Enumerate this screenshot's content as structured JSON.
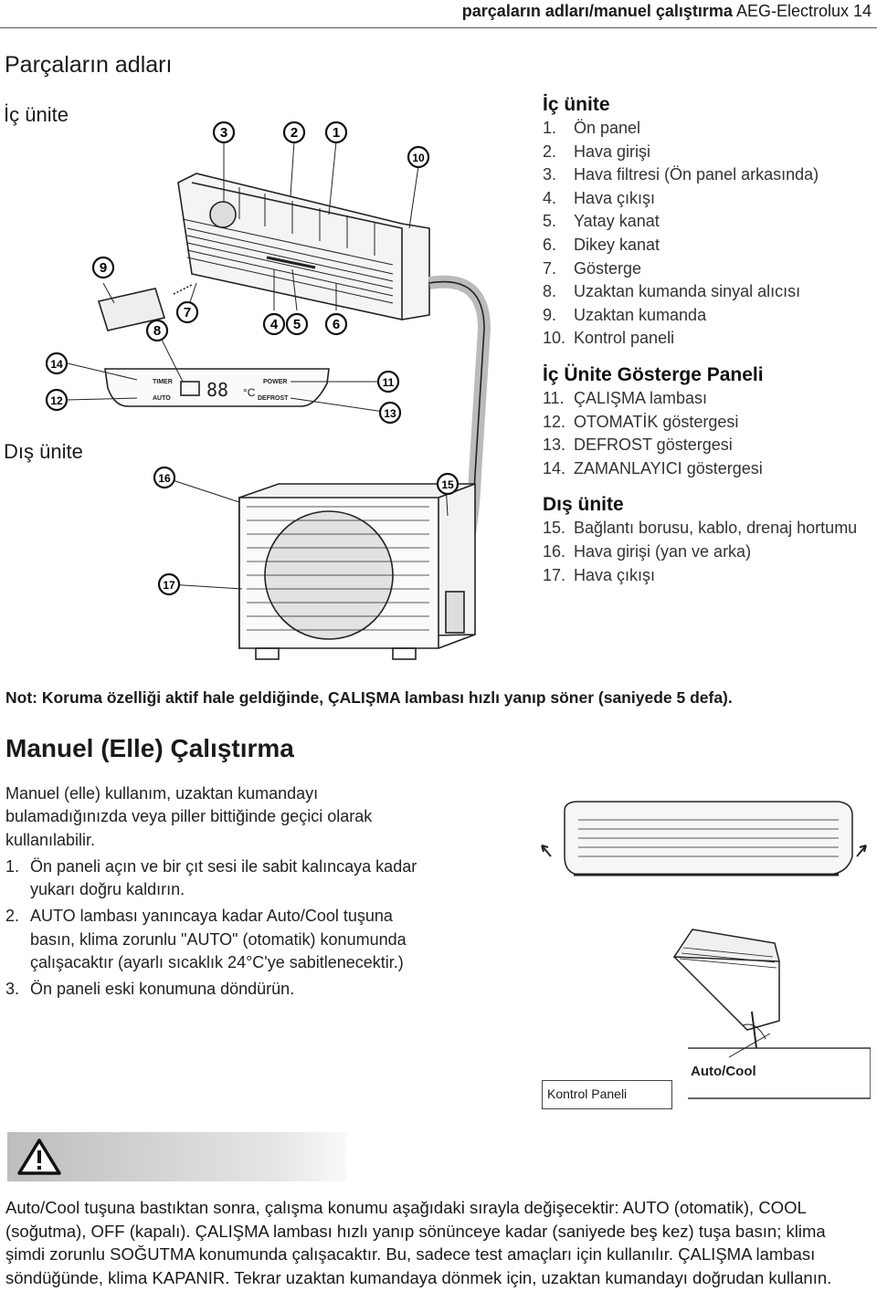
{
  "header": {
    "section": "parçaların adları/manuel çalıştırma",
    "brand_page": "AEG-Electrolux 14"
  },
  "parts": {
    "title": "Parçaların adları",
    "indoor_label": "İç ünite",
    "outdoor_label": "Dış ünite"
  },
  "figure": {
    "callouts": [
      "1",
      "2",
      "3",
      "4",
      "5",
      "6",
      "7",
      "8",
      "9",
      "10",
      "11",
      "12",
      "13",
      "14",
      "15",
      "16",
      "17"
    ],
    "display": {
      "timer": "TIMER",
      "auto": "AUTO",
      "power": "POWER",
      "defrost": "DEFROST",
      "digits": "88",
      "unit": "°C"
    }
  },
  "legend": {
    "indoor_heading": "İç ünite",
    "indoor_items": [
      {
        "n": "1.",
        "t": "Ön panel"
      },
      {
        "n": "2.",
        "t": "Hava girişi"
      },
      {
        "n": "3.",
        "t": "Hava filtresi (Ön panel arkasında)"
      },
      {
        "n": "4.",
        "t": "Hava çıkışı"
      },
      {
        "n": "5.",
        "t": "Yatay kanat"
      },
      {
        "n": "6.",
        "t": "Dikey kanat"
      },
      {
        "n": "7.",
        "t": "Gösterge"
      },
      {
        "n": "8.",
        "t": "Uzaktan kumanda sinyal alıcısı"
      },
      {
        "n": "9.",
        "t": "Uzaktan kumanda"
      },
      {
        "n": "10.",
        "t": "Kontrol paneli"
      }
    ],
    "display_heading": "İç Ünite Gösterge Paneli",
    "display_items": [
      {
        "n": "11.",
        "t": "ÇALIŞMA lambası"
      },
      {
        "n": "12.",
        "t": "OTOMATİK göstergesi"
      },
      {
        "n": "13.",
        "t": "DEFROST göstergesi"
      },
      {
        "n": "14.",
        "t": "ZAMANLAYICI göstergesi"
      }
    ],
    "outdoor_heading": "Dış ünite",
    "outdoor_items": [
      {
        "n": "15.",
        "t": "Bağlantı borusu, kablo, drenaj hortumu"
      },
      {
        "n": "16.",
        "t": "Hava girişi (yan ve arka)"
      },
      {
        "n": "17.",
        "t": "Hava çıkışı"
      }
    ]
  },
  "note": "Not: Koruma özelliği aktif hale geldiğinde, ÇALIŞMA lambası hızlı yanıp söner (saniyede 5 defa).",
  "manual": {
    "title": "Manuel (Elle) Çalıştırma",
    "intro": "Manuel (elle) kullanım, uzaktan kumandayı bulamadığınızda veya piller bittiğinde geçici olarak kullanılabilir.",
    "steps": [
      {
        "n": "1.",
        "t": "Ön paneli açın ve bir çıt sesi ile sabit kalıncaya kadar yukarı doğru kaldırın."
      },
      {
        "n": "2.",
        "t": "AUTO lambası yanıncaya kadar Auto/Cool tuşuna basın, klima zorunlu \"AUTO\" (otomatik) konumunda çalışacaktır (ayarlı sıcaklık 24°C'ye sabitlenecektir.)"
      },
      {
        "n": "3.",
        "t": "Ön paneli eski konumuna döndürün."
      }
    ],
    "button_label": "Auto/Cool",
    "panel_caption": "Kontrol Paneli"
  },
  "warning": {
    "text": "Auto/Cool tuşuna bastıktan sonra, çalışma konumu aşağıdaki sırayla değişecektir: AUTO (otomatik), COOL (soğutma), OFF (kapalı). ÇALIŞMA lambası hızlı yanıp sönünceye kadar (saniyede beş kez) tuşa basın; klima şimdi zorunlu SOĞUTMA konumunda çalışacaktır. Bu, sadece test amaçları için kullanılır. ÇALIŞMA lambası söndüğünde, klima KAPANIR. Tekrar uzaktan kumandaya dönmek için, uzaktan kumandayı doğrudan kullanın."
  }
}
